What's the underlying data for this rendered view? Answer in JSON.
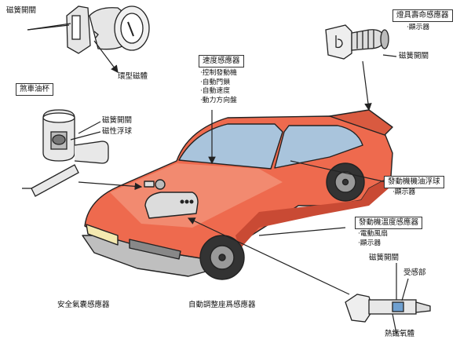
{
  "labels": {
    "reed_switch_top": "磁簧開關",
    "ring_magnet": "環型磁體",
    "brake_fluid_cup": "煞車油杯",
    "brake_reed_switch": "磁簧開關",
    "magnetic_float": "磁性浮球",
    "speed_sensor": "速度感應器",
    "speed_items": [
      "控制發動機",
      "自動門鎖",
      "自動速度",
      "動力方向盤"
    ],
    "lamp_life_sensor": "燈具壽命感應器",
    "lamp_items": [
      "顯示器"
    ],
    "lamp_reed_switch": "磁簧開關",
    "engine_oil_float": "發動機機油浮球",
    "engine_oil_items": [
      "顯示器"
    ],
    "engine_temp_sensor": "發動機溫度感應器",
    "engine_temp_items": [
      "電動風扇",
      "顯示器"
    ],
    "temp_reed_switch": "磁簧開關",
    "sensing_part": "受感部",
    "heat_magnet": "熱鐵氧體",
    "airbag_sensor": "安全氣囊感應器",
    "seat_sensor": "自動調整座爲感應器"
  },
  "colors": {
    "car_body": "#ee6a4e",
    "car_shadow": "#c94a34",
    "glass": "#a9c4dc",
    "outline": "#222222"
  }
}
